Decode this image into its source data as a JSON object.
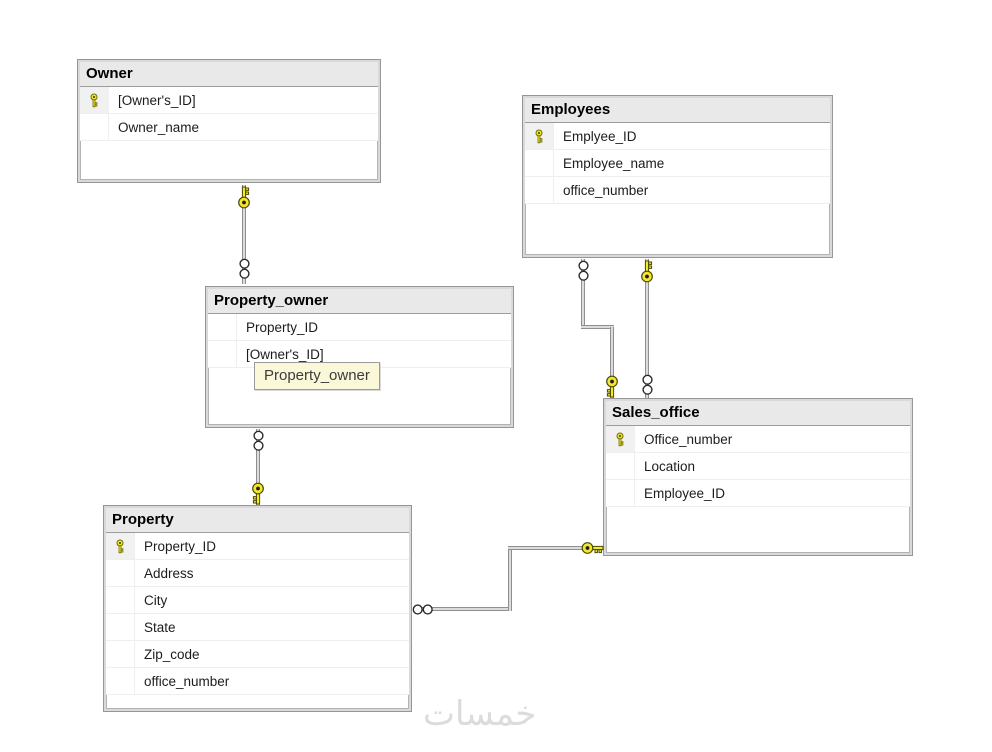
{
  "diagram_type": "database-er-diagram",
  "colors": {
    "background": "#ffffff",
    "table_header_bg": "#e9e9e9",
    "table_border": "#969696",
    "row_divider": "#efefef",
    "key_yellow": "#f5e62e",
    "line_gray": "#8f8f8f",
    "tooltip_bg": "#fbf7d9",
    "watermark_gray": "#dcdcdc"
  },
  "icons": {
    "primary_key": "key-icon",
    "one_side": "key-icon",
    "many_side": "infinity-icon"
  },
  "tables": [
    {
      "name": "Owner",
      "columns": [
        {
          "name": "[Owner's_ID]",
          "pk": true
        },
        {
          "name": "Owner_name",
          "pk": false
        }
      ]
    },
    {
      "name": "Employees",
      "columns": [
        {
          "name": "Emplyee_ID",
          "pk": true
        },
        {
          "name": "Employee_name",
          "pk": false
        },
        {
          "name": "office_number",
          "pk": false
        }
      ]
    },
    {
      "name": "Property_owner",
      "columns": [
        {
          "name": "Property_ID",
          "pk": false
        },
        {
          "name": "[Owner's_ID]",
          "pk": false
        }
      ]
    },
    {
      "name": "Sales_office",
      "columns": [
        {
          "name": "Office_number",
          "pk": true
        },
        {
          "name": "Location",
          "pk": false
        },
        {
          "name": "Employee_ID",
          "pk": false
        }
      ]
    },
    {
      "name": "Property",
      "columns": [
        {
          "name": "Property_ID",
          "pk": true
        },
        {
          "name": "Address",
          "pk": false
        },
        {
          "name": "City",
          "pk": false
        },
        {
          "name": "State",
          "pk": false
        },
        {
          "name": "Zip_code",
          "pk": false
        },
        {
          "name": "office_number",
          "pk": false
        }
      ]
    }
  ],
  "relationships": [
    {
      "one_side": "Owner",
      "many_side": "Property_owner"
    },
    {
      "one_side": "Property",
      "many_side": "Property_owner"
    },
    {
      "one_side": "Sales_office",
      "many_side": "Employees"
    },
    {
      "one_side": "Employees",
      "many_side": "Sales_office"
    },
    {
      "one_side": "Sales_office",
      "many_side": "Property"
    }
  ],
  "tooltip": {
    "text": "Property_owner"
  },
  "watermark": {
    "text": "خمسات"
  }
}
